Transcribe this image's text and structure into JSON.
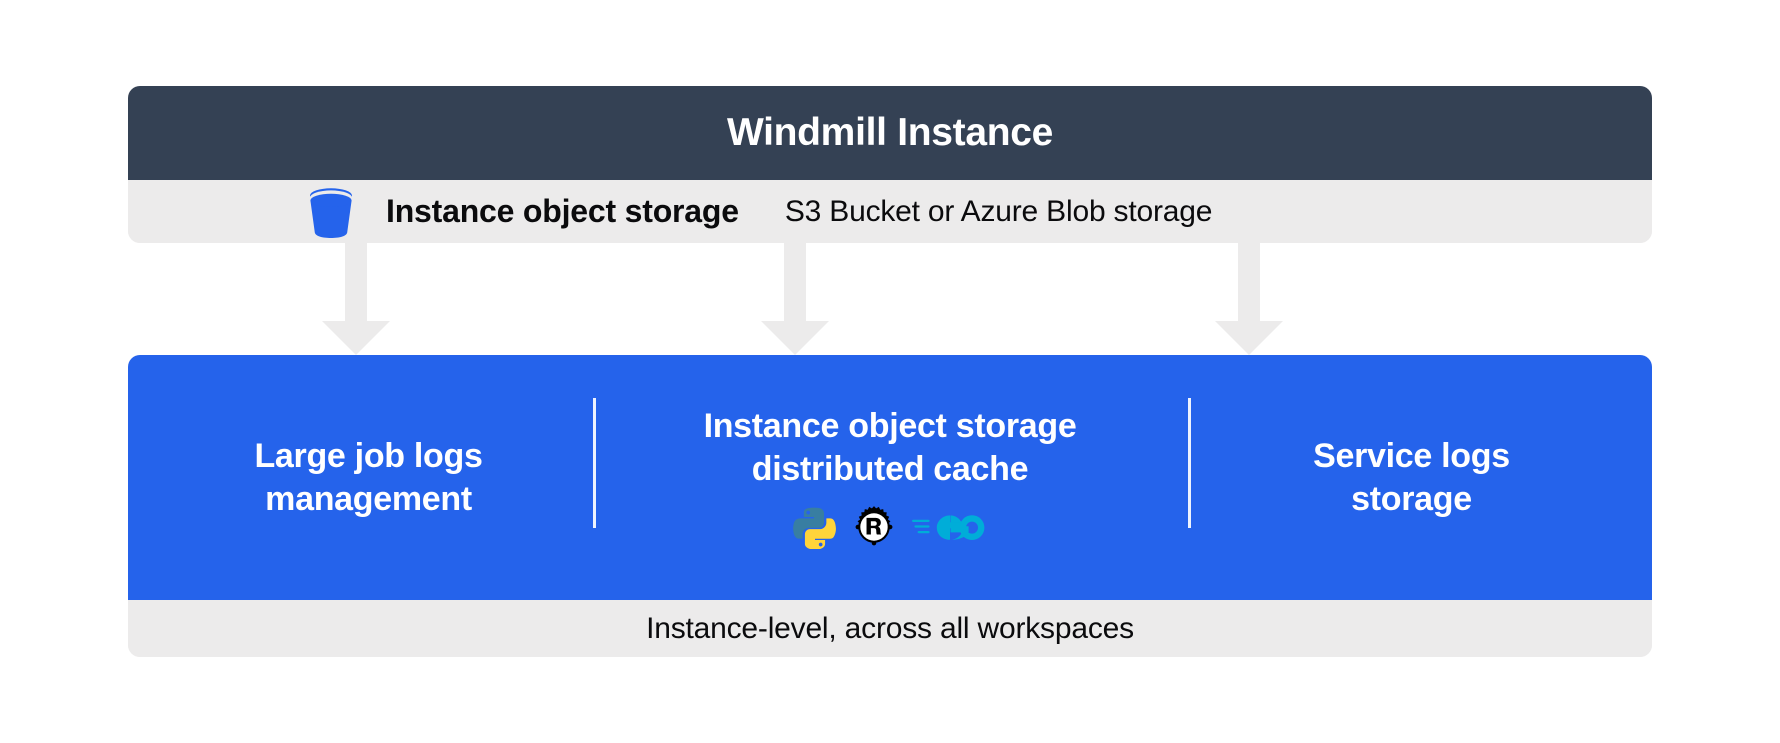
{
  "diagram": {
    "title": "Windmill Instance",
    "colors": {
      "header_bg": "#344154",
      "panel_blue": "#2563EB",
      "band_grey": "#ECEBEB",
      "arrow_grey": "#ECEBEB",
      "text_white": "#FFFFFF",
      "text_dark": "#0B0B0D",
      "python_blue": "#387EA2",
      "python_yellow": "#FFD43B",
      "rust_black": "#000000",
      "go_teal": "#00ADD8"
    },
    "storage_row": {
      "icon": "bucket-icon",
      "label": "Instance object storage",
      "sublabel": "S3 Bucket or Azure Blob storage"
    },
    "connectors": [
      {
        "name": "arrow-to-large-job-logs"
      },
      {
        "name": "arrow-to-distributed-cache"
      },
      {
        "name": "arrow-to-service-logs"
      }
    ],
    "features": [
      {
        "id": "large-job-logs-management",
        "title": "Large job logs\nmanagement",
        "icons": []
      },
      {
        "id": "instance-object-storage-distributed-cache",
        "title": "Instance object storage\ndistributed cache",
        "icons": [
          "python-icon",
          "rust-icon",
          "go-icon"
        ]
      },
      {
        "id": "service-logs-storage",
        "title": "Service logs\nstorage",
        "icons": []
      }
    ],
    "footer": "Instance-level, across all workspaces"
  }
}
